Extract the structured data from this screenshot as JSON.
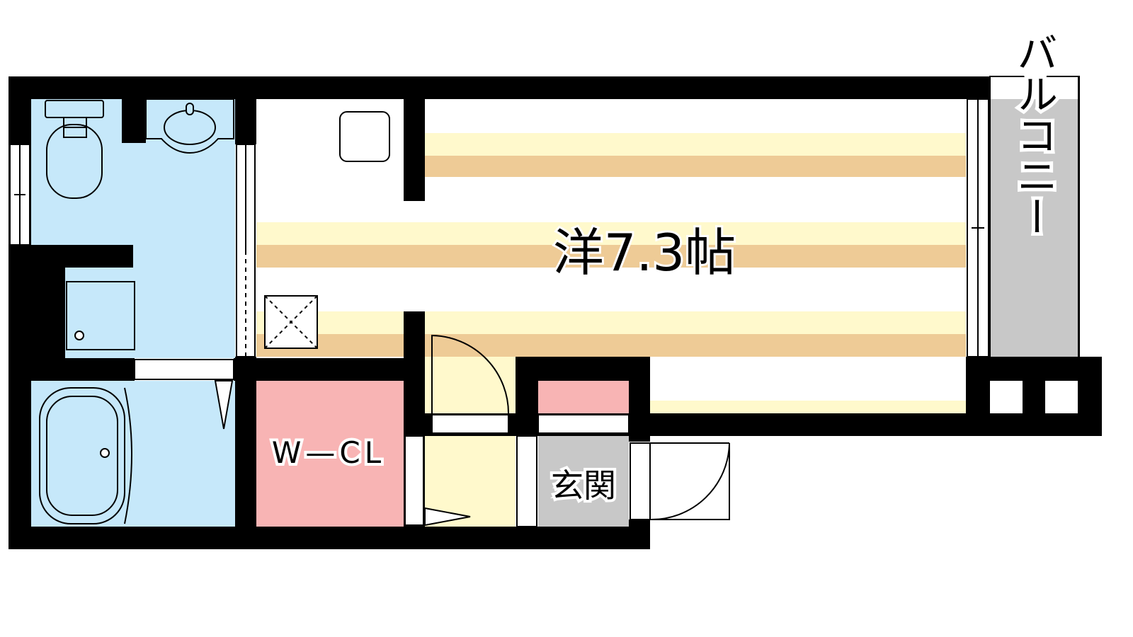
{
  "rooms": {
    "western": {
      "label": "洋7.3帖"
    },
    "closet": {
      "label": "W—CL"
    },
    "entrance": {
      "label": "玄関"
    },
    "balcony": {
      "label": "バルコニー"
    }
  },
  "colors": {
    "wall": "#000000",
    "wet_area": "#c6e8fa",
    "floor_stripe_light": "#fff9cc",
    "floor_stripe_dark": "#eecb96",
    "closet": "#f8b4b4",
    "entrance_floor": "#c8c8c8",
    "hallway": "#fff9cc",
    "balcony": "#c8c8c8"
  }
}
